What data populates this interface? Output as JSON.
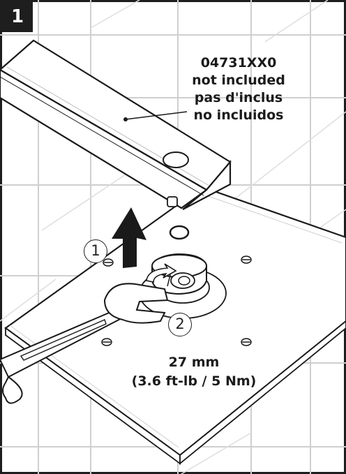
{
  "step": {
    "number": "1"
  },
  "part_label": {
    "part_number": "04731XX0",
    "lines": [
      "not included",
      "pas d'inclus",
      "no incluidos"
    ]
  },
  "callouts": [
    "1",
    "2"
  ],
  "torque": {
    "size": "27 mm",
    "value": "(3.6 ft-lb / 5 Nm)"
  },
  "colors": {
    "frame": "#1e1e1e",
    "tile_line": "#d0d0d0",
    "line_art": "#1a1a1a"
  },
  "icons": [
    "up-arrow-icon",
    "wrench-icon"
  ]
}
